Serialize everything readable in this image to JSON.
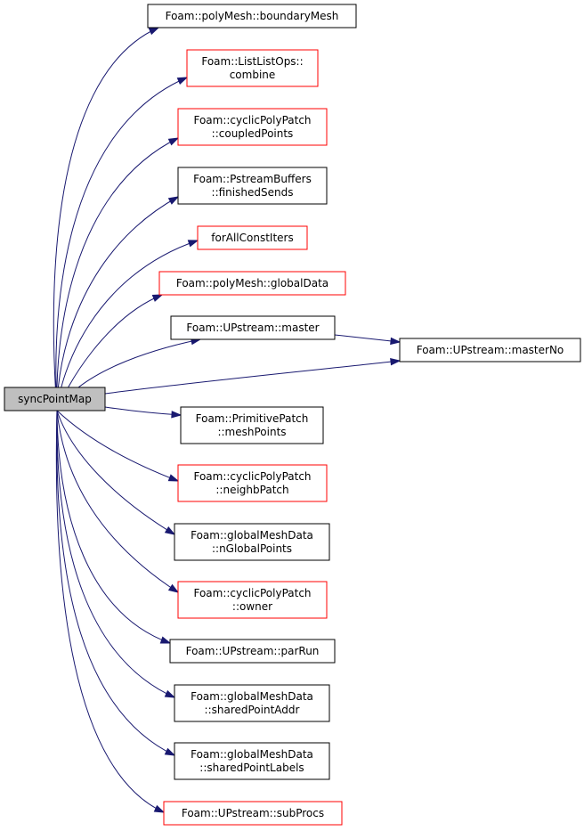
{
  "graph": {
    "root": "syncPointMap",
    "colors": {
      "edge": "#191970",
      "root_fill": "#bfbfbf",
      "root_border": "#000000",
      "node_fill": "#ffffff",
      "documented_border": "#000000",
      "undocumented_border": "#ff0000"
    },
    "nodes": [
      {
        "id": "root",
        "lines": [
          "syncPointMap"
        ],
        "style": "root"
      },
      {
        "id": "boundaryMesh",
        "lines": [
          "Foam::polyMesh::boundaryMesh"
        ],
        "style": "black"
      },
      {
        "id": "combine",
        "lines": [
          "Foam::ListListOps::",
          "combine"
        ],
        "style": "red"
      },
      {
        "id": "coupledPoints",
        "lines": [
          "Foam::cyclicPolyPatch",
          "::coupledPoints"
        ],
        "style": "red"
      },
      {
        "id": "finishedSends",
        "lines": [
          "Foam::PstreamBuffers",
          "::finishedSends"
        ],
        "style": "black"
      },
      {
        "id": "forAllConstIters",
        "lines": [
          "forAllConstIters"
        ],
        "style": "red"
      },
      {
        "id": "globalData",
        "lines": [
          "Foam::polyMesh::globalData"
        ],
        "style": "red"
      },
      {
        "id": "master",
        "lines": [
          "Foam::UPstream::master"
        ],
        "style": "black"
      },
      {
        "id": "masterNo",
        "lines": [
          "Foam::UPstream::masterNo"
        ],
        "style": "black"
      },
      {
        "id": "meshPoints",
        "lines": [
          "Foam::PrimitivePatch",
          "::meshPoints"
        ],
        "style": "black"
      },
      {
        "id": "neighbPatch",
        "lines": [
          "Foam::cyclicPolyPatch",
          "::neighbPatch"
        ],
        "style": "red"
      },
      {
        "id": "nGlobalPoints",
        "lines": [
          "Foam::globalMeshData",
          "::nGlobalPoints"
        ],
        "style": "black"
      },
      {
        "id": "owner",
        "lines": [
          "Foam::cyclicPolyPatch",
          "::owner"
        ],
        "style": "red"
      },
      {
        "id": "parRun",
        "lines": [
          "Foam::UPstream::parRun"
        ],
        "style": "black"
      },
      {
        "id": "sharedPointAddr",
        "lines": [
          "Foam::globalMeshData",
          "::sharedPointAddr"
        ],
        "style": "black"
      },
      {
        "id": "sharedPointLabels",
        "lines": [
          "Foam::globalMeshData",
          "::sharedPointLabels"
        ],
        "style": "black"
      },
      {
        "id": "subProcs",
        "lines": [
          "Foam::UPstream::subProcs"
        ],
        "style": "red"
      }
    ],
    "edges": [
      [
        "root",
        "boundaryMesh"
      ],
      [
        "root",
        "combine"
      ],
      [
        "root",
        "coupledPoints"
      ],
      [
        "root",
        "finishedSends"
      ],
      [
        "root",
        "forAllConstIters"
      ],
      [
        "root",
        "globalData"
      ],
      [
        "root",
        "master"
      ],
      [
        "root",
        "masterNo"
      ],
      [
        "master",
        "masterNo"
      ],
      [
        "root",
        "meshPoints"
      ],
      [
        "root",
        "neighbPatch"
      ],
      [
        "root",
        "nGlobalPoints"
      ],
      [
        "root",
        "owner"
      ],
      [
        "root",
        "parRun"
      ],
      [
        "root",
        "sharedPointAddr"
      ],
      [
        "root",
        "sharedPointLabels"
      ],
      [
        "root",
        "subProcs"
      ]
    ]
  }
}
